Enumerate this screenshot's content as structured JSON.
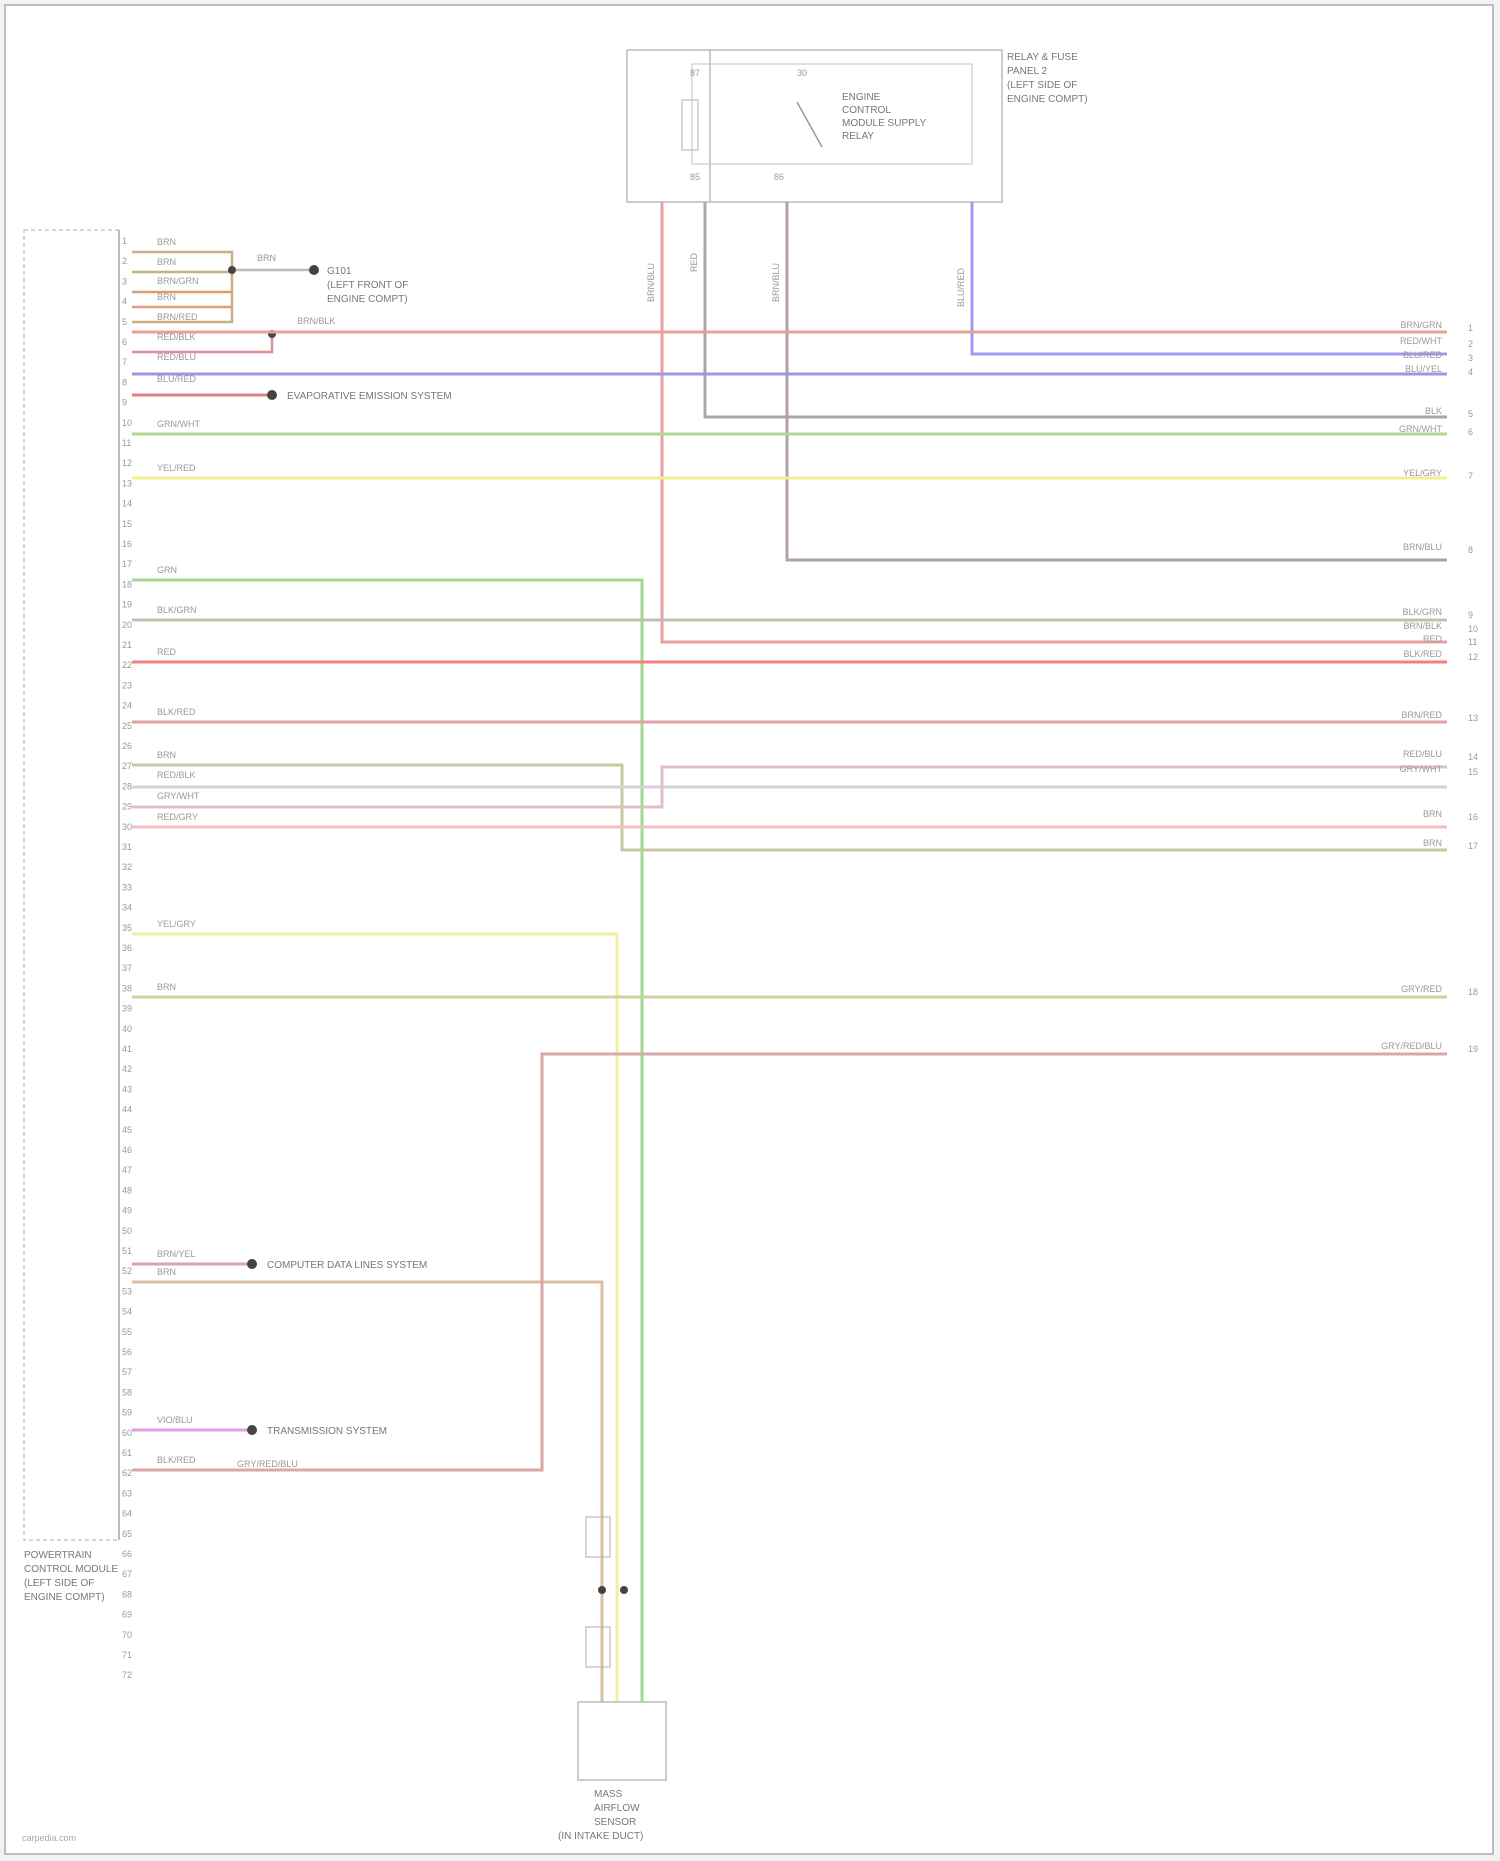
{
  "ecm": {
    "caption": [
      "POWERTRAIN",
      "CONTROL MODULE",
      "(LEFT SIDE OF",
      "ENGINE COMPT)"
    ],
    "pin_numbers": [
      "1",
      "2",
      "3",
      "4",
      "5",
      "6",
      "7",
      "8",
      "9",
      "10",
      "11",
      "12",
      "13",
      "14",
      "15",
      "16",
      "17",
      "18",
      "19",
      "20",
      "21",
      "22",
      "23",
      "24",
      "25",
      "26",
      "27",
      "28",
      "29",
      "30",
      "31",
      "32",
      "33",
      "34",
      "35",
      "36",
      "37",
      "38",
      "39",
      "40",
      "41",
      "42",
      "43",
      "44",
      "45",
      "46",
      "47",
      "48",
      "49",
      "50",
      "51",
      "52",
      "53",
      "54",
      "55",
      "56",
      "57",
      "58",
      "59",
      "60",
      "61",
      "62",
      "63",
      "64",
      "65",
      "66",
      "67",
      "68",
      "69",
      "70",
      "71",
      "72"
    ]
  },
  "relay_box": {
    "caption": [
      "RELAY & FUSE",
      "PANEL 2",
      "(LEFT SIDE OF",
      "ENGINE COMPT)"
    ],
    "relay_caption": [
      "ENGINE",
      "CONTROL",
      "MODULE SUPPLY",
      "RELAY"
    ],
    "pin_labels": [
      "87",
      "30",
      "85",
      "86"
    ]
  },
  "splice_caption": [
    "G101",
    "(LEFT FRONT OF",
    "ENGINE COMPT)"
  ],
  "wire_labels": {
    "w1": "BRN",
    "w2": "BRN",
    "w3": "BRN/GRN",
    "w4": "BRN",
    "w5": "BRN/RED",
    "w6": "RED/BLK",
    "w7": "RED/BLU",
    "w8": "BLU/RED",
    "brn_splice": "BRN",
    "blk_splice": "BRN/BLK",
    "w9": "GRN/WHT",
    "w10": "YEL/RED",
    "w11": "GRN",
    "w12": "BLK/GRN",
    "w13": "RED",
    "w14": "BLK/RED",
    "w15": "BRN",
    "w16": "RED/BLK",
    "w17": "GRY/WHT",
    "w18": "RED/GRY",
    "w19": "YEL/GRY",
    "w20": "BRN",
    "w21": "BRN/YEL",
    "w22": "BRN",
    "w23": "VIO/BLU",
    "w24": "BLK/RED",
    "w24b": "GRY/RED/BLU"
  },
  "callouts": {
    "emission": "EVAPORATIVE EMISSION SYSTEM",
    "compressor": "COMPUTER DATA LINES SYSTEM",
    "transmission": "TRANSMISSION SYSTEM"
  },
  "right_labels": {
    "r1": "BRN/GRN",
    "r2": "RED/WHT",
    "r3": "BLU/RED",
    "r4": "BLU/YEL",
    "r5": "BLK",
    "r6": "GRN/WHT",
    "r7": "YEL/GRY",
    "r8": "BRN/BLU",
    "r9": "BLK/GRN",
    "r10": "BRN/BLK",
    "r11": "RED",
    "r12": "BLK/RED",
    "r13": "BRN/RED",
    "r14": "RED/BLU",
    "r15": "GRY/WHT",
    "r16": "BRN",
    "r17": "BRN",
    "r18": "GRY/RED",
    "r19": "GRY/RED/BLU"
  },
  "right_pins": [
    "1",
    "2",
    "3",
    "4",
    "5",
    "6",
    "7",
    "8",
    "9",
    "10",
    "11",
    "12",
    "13",
    "14",
    "15",
    "16",
    "17",
    "18",
    "19"
  ],
  "relay_wire_labels": [
    "BRN/BLU",
    "RED",
    "BRN/BLU",
    "BLU/RED"
  ],
  "sensor": {
    "caption": [
      "MASS",
      "AIRFLOW",
      "SENSOR",
      "(IN INTAKE DUCT)"
    ]
  },
  "footer": "carpedia.com"
}
